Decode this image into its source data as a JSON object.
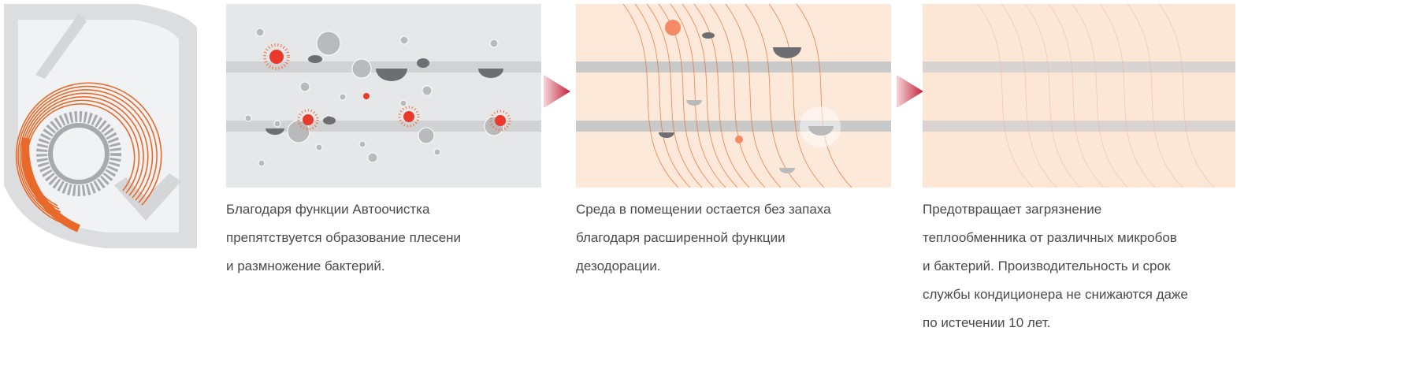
{
  "steps": [
    {
      "caption_lines": [
        "Благодаря функции Автоочистка",
        "препятствуется образование плесени",
        "и размножение бактерий."
      ]
    },
    {
      "caption_lines": [
        "Среда в помещении остается без запаха",
        "благодаря расширенной функции",
        "дезодорации."
      ]
    },
    {
      "caption_lines": [
        "Предотвращает загрязнение",
        "теплообменника от различных микробов",
        "и бактерий. Производительность и срок",
        "службы кондиционера не снижаются даже",
        "по истечении 10 лет."
      ]
    }
  ],
  "colors": {
    "accent": "#e8692a",
    "arrow": "#c2213a",
    "panel_gray": "#e6e7e8",
    "panel_peach": "#fde9da"
  }
}
